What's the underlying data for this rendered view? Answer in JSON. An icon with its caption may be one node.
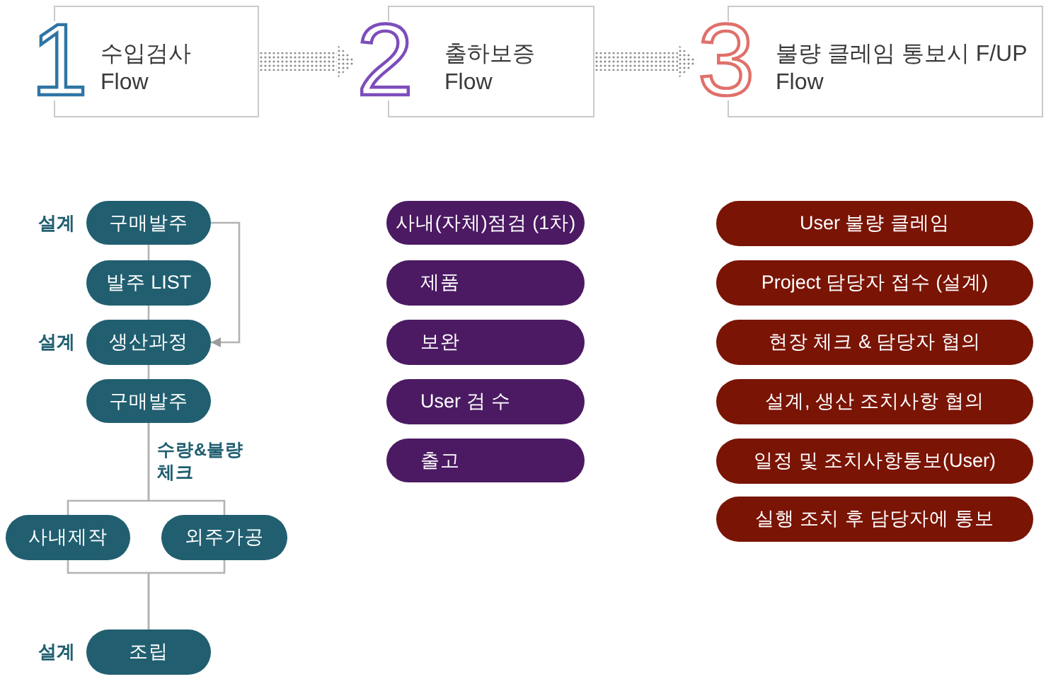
{
  "diagram": {
    "nodes": [
      {
        "text": [
          "1",
          "수입검사 Flow"
        ]
      },
      {
        "text": [
          "2",
          "출하보증 Flow"
        ]
      },
      {
        "text": [
          "3",
          "불량 클레임 통보시 F/UP Flow"
        ]
      },
      {
        "text": [
          "구매발주"
        ],
        "beside": [
          "설계"
        ]
      },
      {
        "text": [
          "발주 LIST"
        ]
      },
      {
        "text": [
          "생산과정"
        ],
        "beside": [
          "설계"
        ]
      },
      {
        "text": [
          "구매발주"
        ]
      },
      {
        "text": [
          "사내제작"
        ]
      },
      {
        "text": [
          "외주가공"
        ]
      },
      {
        "text": [
          "조립"
        ],
        "beside": [
          "설계"
        ]
      },
      {
        "text": [
          "사내(자체)점검 (1차)"
        ]
      },
      {
        "text": [
          "제품"
        ]
      },
      {
        "text": [
          "보완"
        ]
      },
      {
        "text": [
          "User 검 수"
        ]
      },
      {
        "text": [
          "출고"
        ]
      },
      {
        "text": [
          "User 불량 클레임"
        ]
      },
      {
        "text": [
          "Project 담당자 접수 (설계)"
        ]
      },
      {
        "text": [
          "현장 체크 & 담당자 협의"
        ]
      },
      {
        "text": [
          "설계, 생산 조치사항 협의"
        ]
      },
      {
        "text": [
          "일정 및 조치사항통보(User)"
        ]
      },
      {
        "text": [
          "실행 조치 후 담당자에 통보"
        ]
      }
    ],
    "edges": [
      {
        "from": 0,
        "to": 1,
        "arrow": "to",
        "style": "dashed"
      },
      {
        "from": 1,
        "to": 2,
        "arrow": "to",
        "style": "dashed"
      },
      {
        "from": 3,
        "to": 4,
        "arrow": "none"
      },
      {
        "from": 4,
        "to": 5,
        "arrow": "none"
      },
      {
        "from": 5,
        "to": 6,
        "arrow": "none"
      },
      {
        "from": 3,
        "to": 5,
        "arrow": "to"
      },
      {
        "from": 6,
        "to": 7,
        "arrow": "none"
      },
      {
        "from": 6,
        "to": 8,
        "arrow": "none"
      },
      {
        "from": 7,
        "to": 9,
        "arrow": "none"
      },
      {
        "from": 8,
        "to": 9,
        "arrow": "none"
      }
    ],
    "labels": [
      "수량&불량 체크"
    ]
  }
}
